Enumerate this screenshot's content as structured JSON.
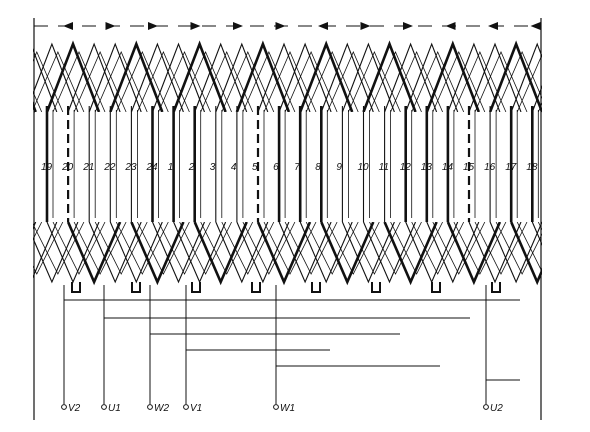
{
  "diagram": {
    "slots": [
      "19",
      "20",
      "21",
      "22",
      "23",
      "24",
      "1",
      "2",
      "3",
      "4",
      "5",
      "6",
      "7",
      "8",
      "9",
      "10",
      "11",
      "12",
      "13",
      "14",
      "15",
      "16",
      "17",
      "18"
    ],
    "slot_styles": [
      "thick",
      "dash",
      "thin",
      "thin",
      "thin",
      "thick",
      "thick",
      "thick",
      "thin",
      "thin",
      "dash",
      "thick",
      "thick",
      "thick",
      "thin",
      "thin",
      "thin",
      "thick",
      "thick",
      "thick",
      "dash",
      "thin",
      "thick",
      "thick"
    ],
    "arrows": [
      "left",
      "right",
      "right",
      "right",
      "right",
      "right",
      "left",
      "right",
      "right",
      "left",
      "left",
      "left"
    ],
    "terminals": [
      {
        "id": "V2",
        "label": "V2"
      },
      {
        "id": "U1",
        "label": "U1"
      },
      {
        "id": "W2",
        "label": "W2"
      },
      {
        "id": "V1",
        "label": "V1"
      },
      {
        "id": "W1",
        "label": "W1"
      },
      {
        "id": "U2",
        "label": "U2"
      }
    ],
    "colors": {
      "ink": "#111111",
      "background": "#ffffff"
    }
  }
}
